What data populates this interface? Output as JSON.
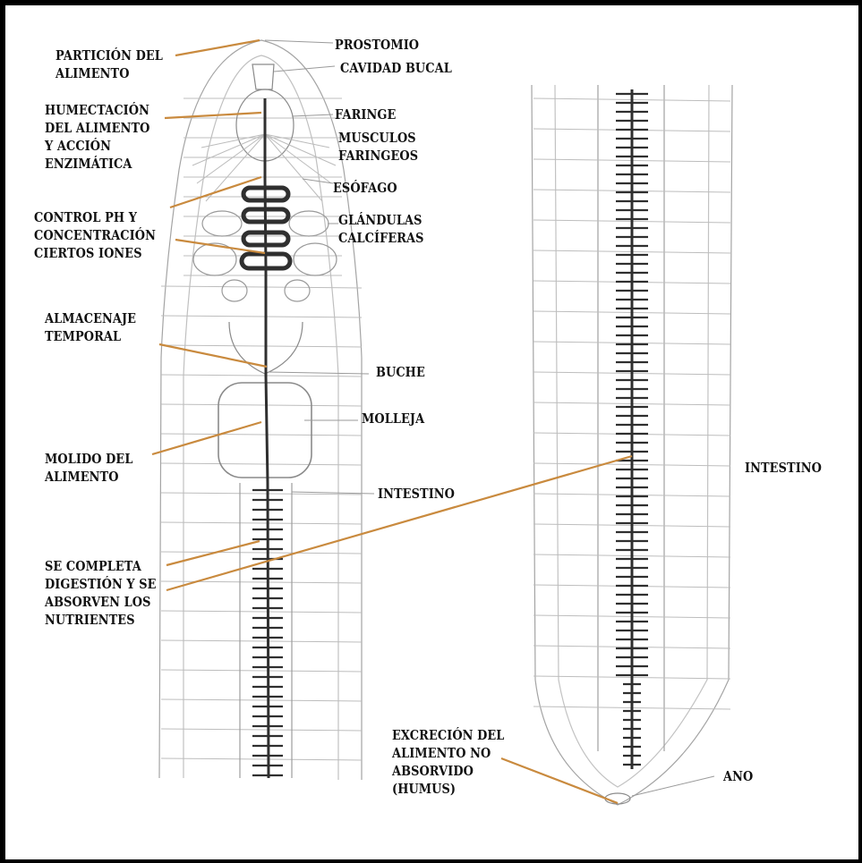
{
  "labels": {
    "particion": "PARTICIÓN DEL\nALIMENTO",
    "prostomio": "PROSTOMIO",
    "cavidad_bucal": "CAVIDAD BUCAL",
    "humectacion": "HUMECTACIÓN\nDEL ALIMENTO\nY ACCIÓN\nENZIMÁTICA",
    "faringe": "FARINGE",
    "musculos": "MUSCULOS\nFARINGEOS",
    "esofago": "ESÓFAGO",
    "control_ph": "CONTROL PH Y\nCONCENTRACIÓN\nCIERTOS IONES",
    "glandulas": "GLÁNDULAS\nCALCÍFERAS",
    "almacenaje": "ALMACENAJE\nTEMPORAL",
    "buche": "BUCHE",
    "molleja": "MOLLEJA",
    "molido": "MOLIDO DEL\nALIMENTO",
    "intestino_left": "INTESTINO",
    "intestino_right": "INTESTINO",
    "se_completa": "SE COMPLETA\nDIGESTIÓN Y SE\nABSORVEN LOS\nNUTRIENTES",
    "excrecion": "EXCRECIÓN DEL\nALIMENTO NO\nABSORVIDO\n(HUMUS)",
    "ano": "ANO"
  },
  "colors": {
    "leader_line": "#c98a3e",
    "organ_dark": "#2f2f2f",
    "sketch": "#9a9a9a",
    "border": "#000000"
  }
}
